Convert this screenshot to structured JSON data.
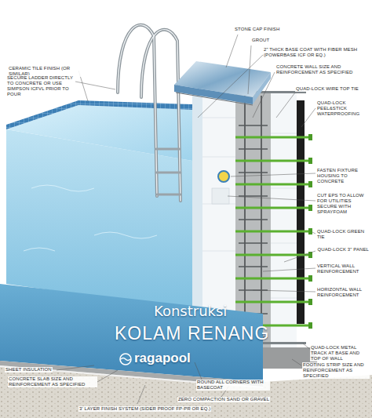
{
  "diagram": {
    "title": "KOLAM RENANG",
    "labels": [
      "CERAMIC TILE FINISH (OR SIMILAR)",
      "SECURE LADDER DIRECTLY TO CONCRETE OR USE SIMPSON ICFVL PRIOR TO POUR",
      "STONE CAP FINISH",
      "GROUT",
      "2\" THICK BASE COAT WITH FIBER MESH (POWERBASE ICF OR EQ.)",
      "CONCRETE WALL SIZE AND REINFORCEMENT AS SPECIFIED",
      "QUAD-LOCK WIRE TOP TIE",
      "QUAD-LOCK PEEL&STICK WATERPROOFING",
      "FASTEN FIXTURE HOUSING TO CONCRETE",
      "CUT EPS TO ALLOW FOR UTILITIES SECURE WITH SPRAYFOAM",
      "QUAD-LOCK GREEN TIE",
      "QUAD-LOCK 3\" PANEL",
      "VERTICAL WALL REINFORCEMENT",
      "HORIZONTAL WALL REINFORCEMENT",
      "Konstruksi",
      "ragapool",
      "SHEET INSULATION",
      "CONCRETE SLAB SIZE AND REINFORCEMENT AS SPECIFIED",
      "ROUND ALL CORNERS WITH BASECOAT",
      "QUAD-LOCK METAL TRACK AT BASE AND TOP OF WALL",
      "ZERO COMPACTION SAND OR GRAVEL",
      "3' LAYER FINISH SYSTEM (SIDER PROOF FP-PR OR EQ.)",
      "FOOTING STRIP SIZE AND REINFORCEMENT AS SPECIFIED"
    ]
  }
}
